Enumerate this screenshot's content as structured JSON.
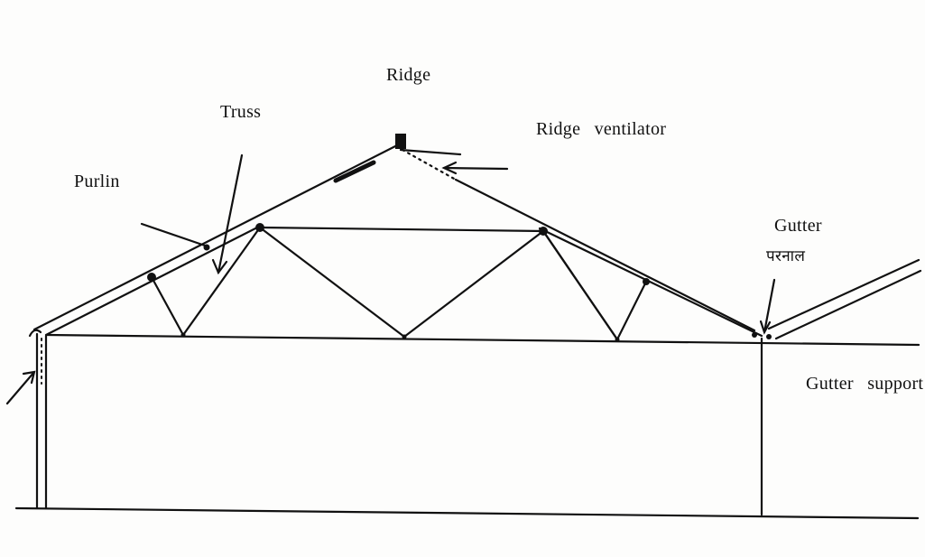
{
  "labels": {
    "ridge": "Ridge",
    "truss": "Truss",
    "ridge_ventilator": "Ridge ventilator",
    "purlin": "Purlin",
    "gutter": "Gutter",
    "gutter_hindi": "परनाल",
    "gutter_support": "Gutter support"
  },
  "colors": {
    "ink": "#111111",
    "paper": "#fdfdfc"
  }
}
